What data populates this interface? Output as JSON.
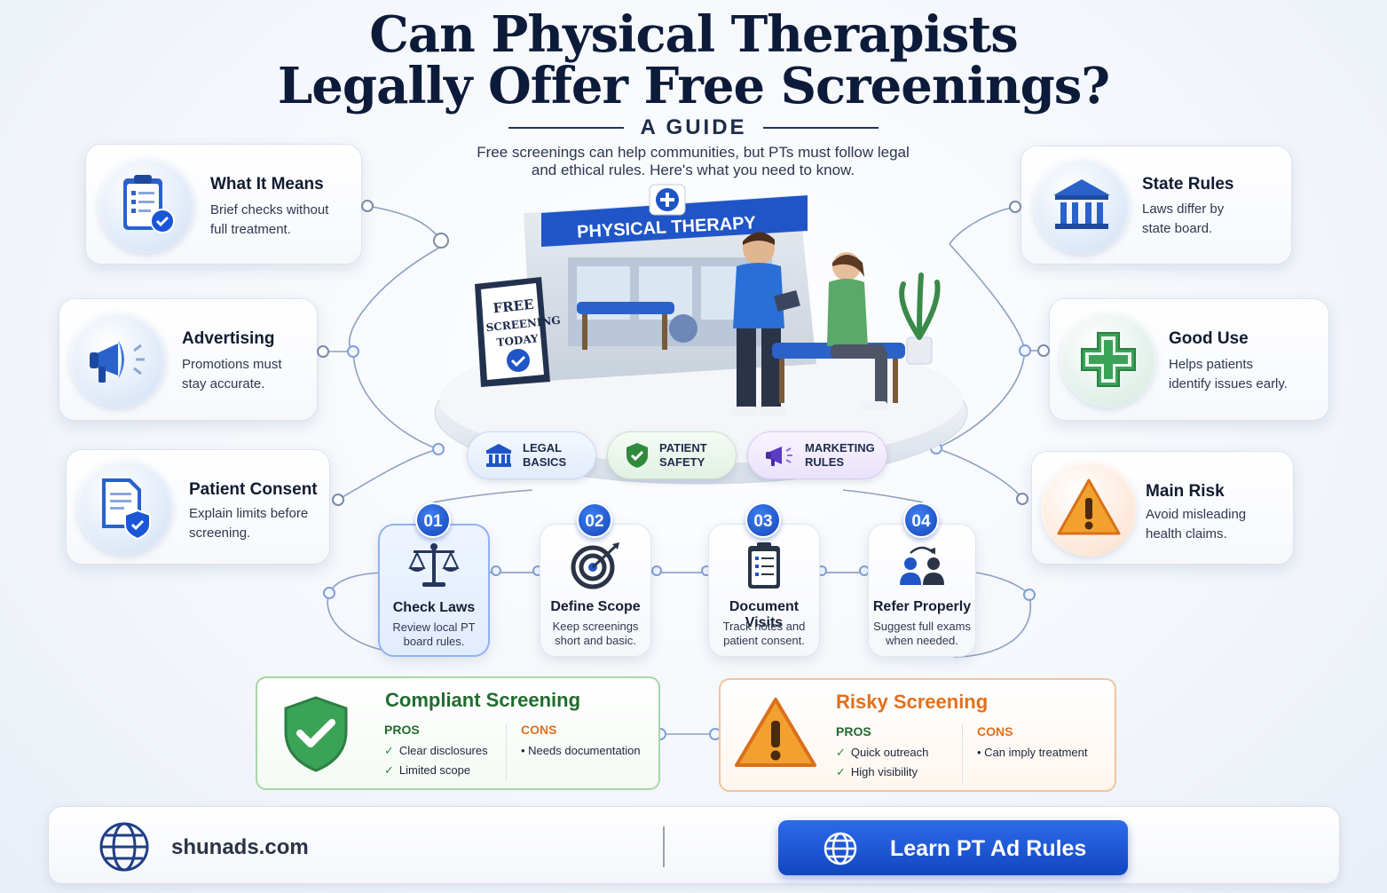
{
  "header": {
    "title_line1": "Can Physical Therapists",
    "title_line2": "Legally Offer Free Screenings?",
    "subtitle": "A GUIDE",
    "intro_line1": "Free screenings can help communities, but PTs must follow legal",
    "intro_line2": "and ethical rules. Here's what you need to know."
  },
  "left_cards": [
    {
      "title": "What It Means",
      "desc_line1": "Brief checks without",
      "desc_line2": "full treatment.",
      "icon": "clipboard-check-icon"
    },
    {
      "title": "Advertising",
      "desc_line1": "Promotions must",
      "desc_line2": "stay accurate.",
      "icon": "megaphone-icon"
    },
    {
      "title": "Patient Consent",
      "desc_line1": "Explain limits before",
      "desc_line2": "screening.",
      "icon": "document-shield-icon"
    }
  ],
  "right_cards": [
    {
      "title": "State Rules",
      "desc_line1": "Laws differ by",
      "desc_line2": "state board.",
      "icon": "courthouse-icon"
    },
    {
      "title": "Good Use",
      "desc_line1": "Helps patients",
      "desc_line2": "identify issues early.",
      "icon": "medical-cross-icon"
    },
    {
      "title": "Main Risk",
      "desc_line1": "Avoid misleading",
      "desc_line2": "health claims.",
      "icon": "warning-icon"
    }
  ],
  "scene": {
    "clinic_sign": "PHYSICAL THERAPY",
    "sandwich_board_line1": "FREE",
    "sandwich_board_line2": "SCREENING",
    "sandwich_board_line3": "TODAY"
  },
  "badges": [
    {
      "text": "LEGAL\nBASICS",
      "icon": "courthouse-icon"
    },
    {
      "text": "PATIENT\nSAFETY",
      "icon": "shield-check-icon"
    },
    {
      "text": "MARKETING\nRULES",
      "icon": "megaphone-icon"
    }
  ],
  "steps": [
    {
      "num": "01",
      "title": "Check Laws",
      "desc": "Review local PT\nboard rules.",
      "icon": "scales-icon"
    },
    {
      "num": "02",
      "title": "Define Scope",
      "desc": "Keep screenings\nshort and basic.",
      "icon": "target-icon"
    },
    {
      "num": "03",
      "title": "Document Visits",
      "desc": "Track notes and\npatient consent.",
      "icon": "clipboard-icon"
    },
    {
      "num": "04",
      "title": "Refer Properly",
      "desc": "Suggest full exams\nwhen needed.",
      "icon": "referral-people-icon"
    }
  ],
  "compliant": {
    "title": "Compliant Screening",
    "pros_label": "PROS",
    "cons_label": "CONS",
    "pros": [
      "Clear disclosures",
      "Limited scope"
    ],
    "cons": [
      "• Needs documentation"
    ]
  },
  "risky": {
    "title": "Risky Screening",
    "pros_label": "PROS",
    "cons_label": "CONS",
    "pros": [
      "Quick outreach",
      "High visibility"
    ],
    "cons": [
      "• Can imply treatment"
    ]
  },
  "footer": {
    "site": "shunads.com",
    "cta_label": "Learn PT Ad Rules"
  },
  "colors": {
    "primary_blue": "#1a56d6",
    "navy": "#0d1b3a",
    "green": "#2e8b3c",
    "orange": "#e0701c"
  }
}
